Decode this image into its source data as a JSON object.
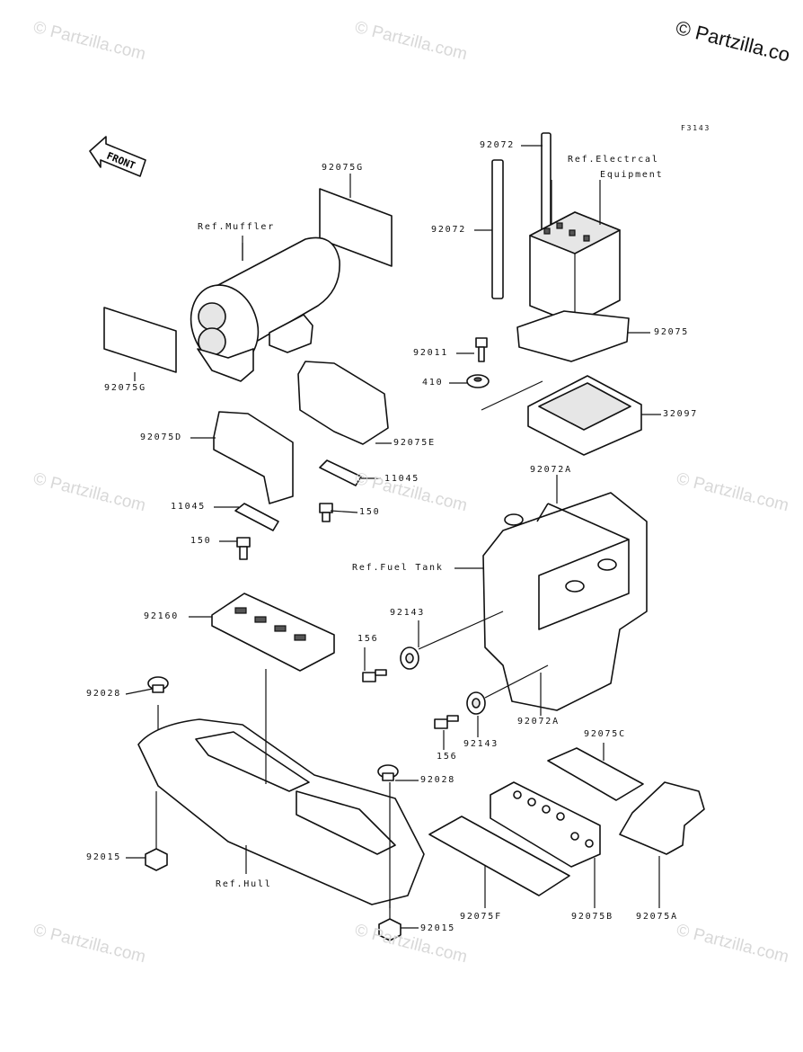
{
  "watermark": {
    "main": "© Partzilla.co",
    "repeat": "© Partzilla.com"
  },
  "figure_code": "F3143",
  "front_label": "FRONT",
  "parts": {
    "p92072_top": "92072",
    "ref_electrical_1": "Ref.Electrcal",
    "ref_electrical_2": "Equipment",
    "p92075G_top": "92075G",
    "ref_muffler": "Ref.Muffler",
    "p92072_left": "92072",
    "p92075": "92075",
    "p92011": "92011",
    "p410": "410",
    "p32097": "32097",
    "p92075G_left": "92075G",
    "p92075D": "92075D",
    "p92075E": "92075E",
    "p11045_right": "11045",
    "p11045_left": "11045",
    "p150_right": "150",
    "p150_left": "150",
    "p92072A_top": "92072A",
    "ref_fuel_tank": "Ref.Fuel Tank",
    "p92160": "92160",
    "p92143_top": "92143",
    "p156_top": "156",
    "p92028_left": "92028",
    "p92072A_bottom": "92072A",
    "p156_bottom": "156",
    "p92143_bottom": "92143",
    "p92075C": "92075C",
    "p92028_right": "92028",
    "p92015_left": "92015",
    "ref_hull": "Ref.Hull",
    "p92075F": "92075F",
    "p92075B": "92075B",
    "p92075A": "92075A",
    "p92015_bottom": "92015"
  }
}
